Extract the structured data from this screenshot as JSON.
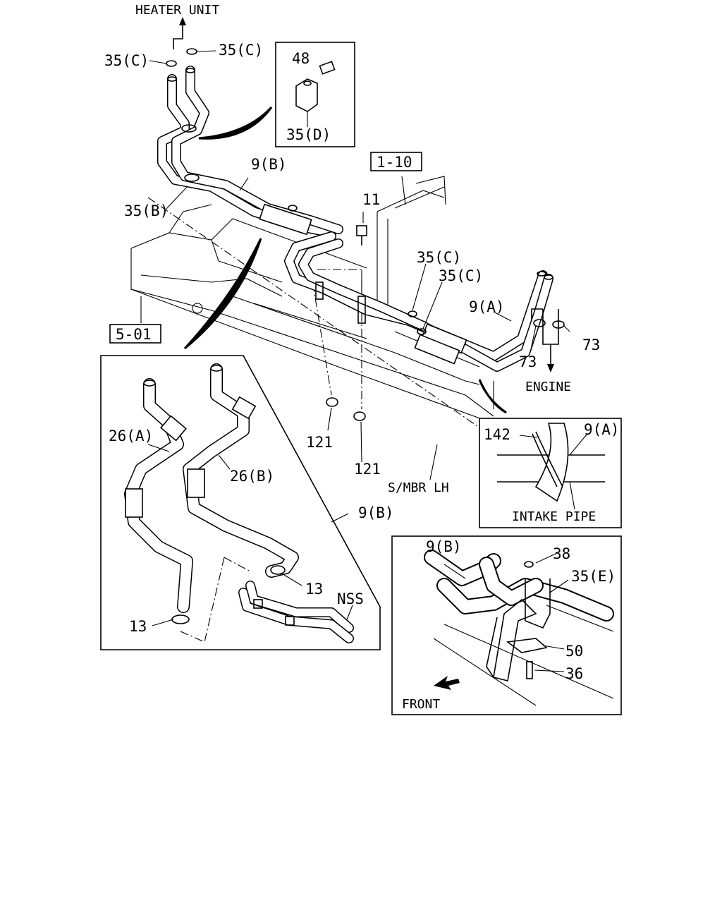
{
  "labels": {
    "heater_unit": "HEATER UNIT",
    "c35_left": "35(C)",
    "c35_right": "35(C)",
    "c48": "48",
    "c35d": "35(D)",
    "c9b_top": "9(B)",
    "c35b": "35(B)",
    "ref_1_10": "1-10",
    "c11": "11",
    "c35c_mid1": "35(C)",
    "c35c_mid2": "35(C)",
    "c9a": "9(A)",
    "c73_right": "73",
    "c73_left": "73",
    "engine": "ENGINE",
    "ref_5_01": "5-01",
    "c121_left": "121",
    "c121_right": "121",
    "smbr": "S/MBR LH",
    "c26a": "26(A)",
    "c26b": "26(B)",
    "c9b_inset": "9(B)",
    "c13_right": "13",
    "c13_left": "13",
    "nss": "NSS",
    "c142": "142",
    "c9a_inset": "9(A)",
    "intake_pipe": "INTAKE PIPE",
    "c9b_bracket": "9(B)",
    "c38": "38",
    "c35e": "35(E)",
    "c50": "50",
    "c36": "36",
    "front": "FRONT"
  }
}
